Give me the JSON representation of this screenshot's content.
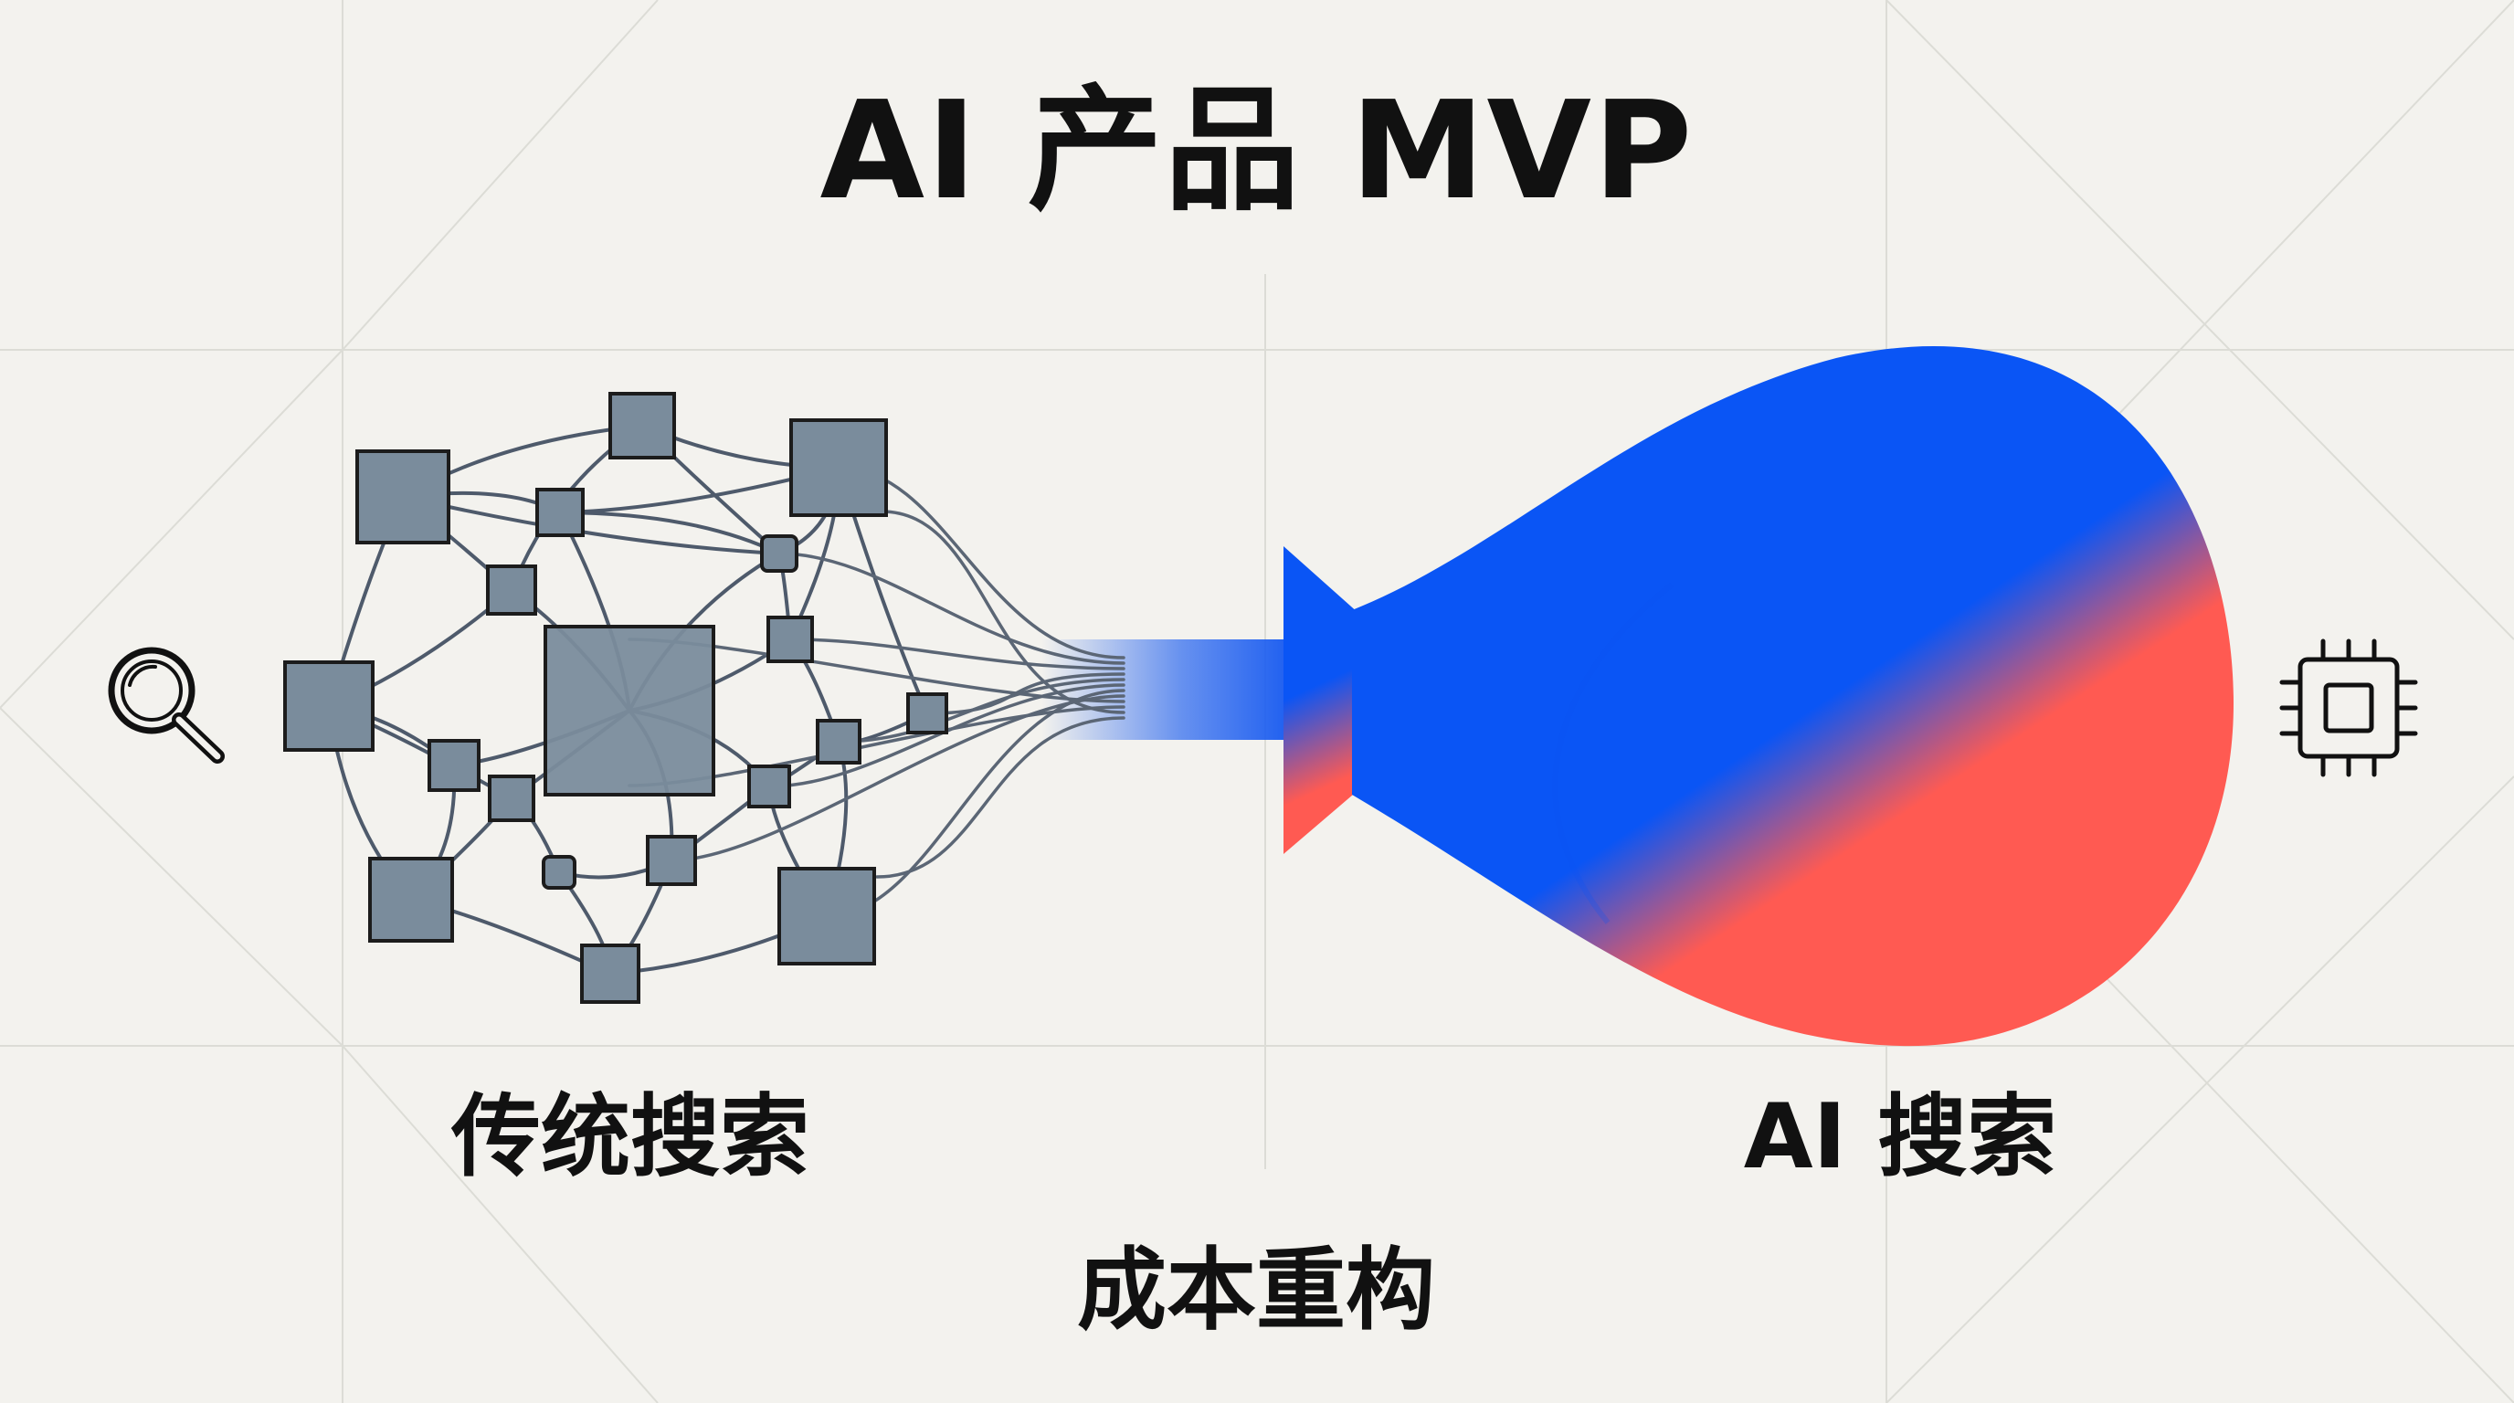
{
  "title": "AI 产品 MVP",
  "left_panel": {
    "label": "传统搜索",
    "icon": "search-icon"
  },
  "right_panel": {
    "label": "AI 搜索",
    "icon": "chip-icon"
  },
  "footer_label": "成本重构",
  "colors": {
    "background": "#f3f2ee",
    "node_fill": "#7a8c9c",
    "node_stroke": "#1c1c1c",
    "line": "#4e5a6b",
    "blue": "#0a55f5",
    "red": "#ff5a52",
    "text": "#111111"
  }
}
